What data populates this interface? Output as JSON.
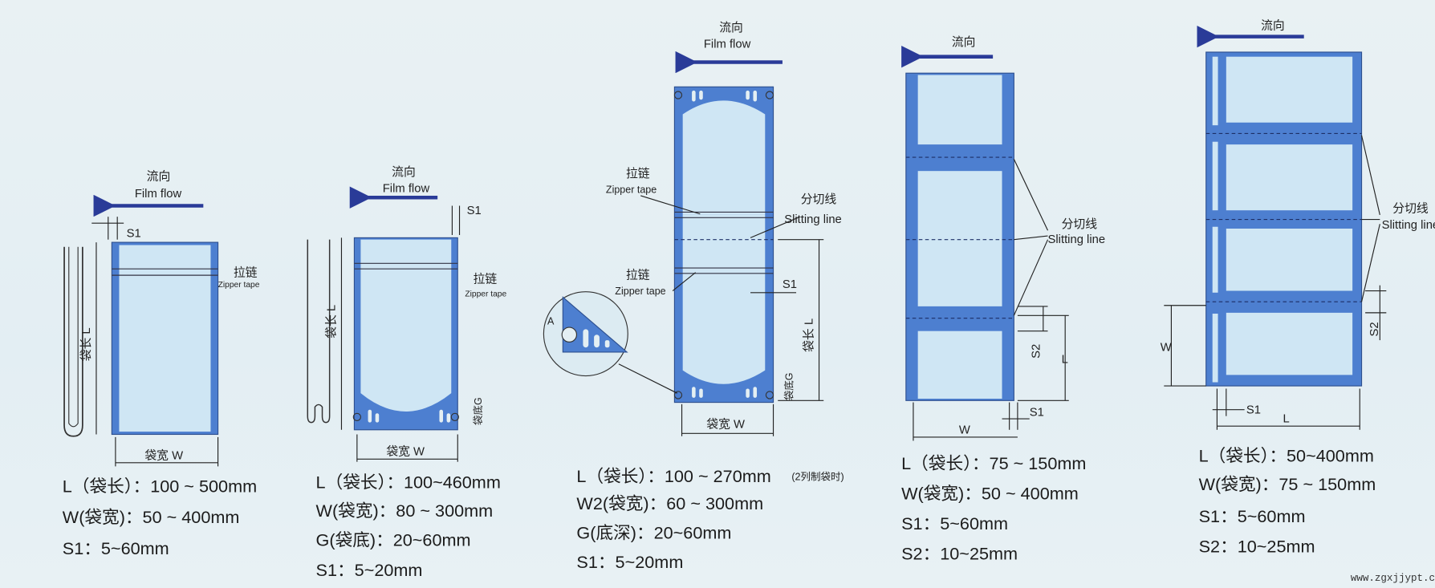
{
  "colors": {
    "bag": "#4d7fd0",
    "inner": "#cfe6f4",
    "arrow": "#2a3b98",
    "background": "#e4eff3"
  },
  "panel1": {
    "flow_cn": "流向",
    "flow_en": "Film flow",
    "s1": "S1",
    "length": "袋长 L",
    "zipper_cn": "拉链",
    "zipper_en": "Zipper tape",
    "width": "袋宽 W",
    "specs": [
      "L（袋长）：100 ~ 500mm",
      "W(袋宽)：50 ~ 400mm",
      "S1：5~60mm"
    ]
  },
  "panel2": {
    "flow_cn": "流向",
    "flow_en": "Film flow",
    "s1": "S1",
    "length": "袋长 L",
    "zipper_cn": "拉链",
    "zipper_en": "Zipper tape",
    "bottom": "袋底G",
    "width": "袋宽 W",
    "specs": [
      "L（袋长）：100~460mm",
      "W(袋宽)：80 ~ 300mm",
      "G(袋底)：20~60mm",
      "S1：5~20mm"
    ]
  },
  "panel3": {
    "flow_cn": "流向",
    "flow_en": "Film flow",
    "zipper_cn": "拉链",
    "zipper_en": "Zipper tape",
    "slit_cn": "分切线",
    "slit_en": "Slitting line",
    "zipper2_cn": "拉链",
    "zipper2_en": "Zipper tape",
    "s1": "S1",
    "length": "袋长 L",
    "bottom": "袋底G",
    "width": "袋宽 W",
    "detail": "A",
    "specs": [
      "L（袋长）：100 ~ 270mm",
      "W2(袋宽)：60 ~ 300mm",
      "G(底深)：20~60mm",
      "S1：5~20mm"
    ],
    "note": "(2列制袋时)"
  },
  "panel4": {
    "flow_cn": "流向",
    "slit_cn": "分切线",
    "slit_en": "Slitting line",
    "s2": "S2",
    "l": "L",
    "w": "W",
    "s1": "S1",
    "specs": [
      "L（袋长）：75 ~ 150mm",
      "W(袋宽)：50 ~ 400mm",
      "S1：5~60mm",
      "S2：10~25mm"
    ]
  },
  "panel5": {
    "flow_cn": "流向",
    "slit_cn": "分切线",
    "slit_en": "Slitting line",
    "w": "W",
    "s2": "S2",
    "s1": "S1",
    "l": "L",
    "specs": [
      "L（袋长）：50~400mm",
      "W(袋宽)：75 ~ 150mm",
      "S1：5~60mm",
      "S2：10~25mm"
    ]
  },
  "watermark": "www.zgxjjypt.com"
}
